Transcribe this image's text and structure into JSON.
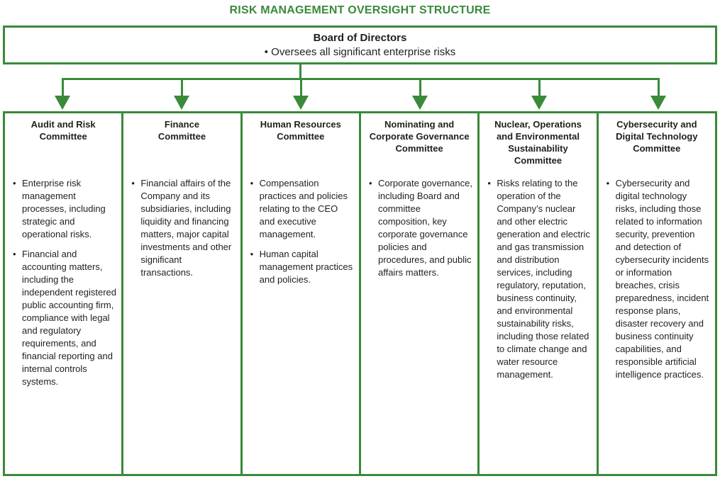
{
  "title": "RISK MANAGEMENT OVERSIGHT STRUCTURE",
  "colors": {
    "green": "#3A8A3A",
    "text": "#1f1f1f"
  },
  "board": {
    "title": "Board of Directors",
    "bullet": "Oversees all significant enterprise risks"
  },
  "committees": [
    {
      "name": "Audit and Risk\nCommittee",
      "bullets": [
        "Enterprise risk management processes, including strategic and operational risks.",
        "Financial and accounting matters, including the independent registered public accounting firm, compliance with legal and regulatory requirements, and financial reporting and internal controls systems."
      ]
    },
    {
      "name": "Finance\nCommittee",
      "bullets": [
        "Financial affairs of the Company and its subsidiaries, including liquidity and financing matters, major capital investments and other significant transactions."
      ]
    },
    {
      "name": "Human Resources\nCommittee",
      "bullets": [
        "Compensation practices and policies relating to the CEO and executive management.",
        "Human capital management practices and policies."
      ]
    },
    {
      "name": "Nominating and\nCorporate Governance\nCommittee",
      "bullets": [
        "Corporate governance, including Board and committee composition, key corporate governance policies and procedures, and public affairs matters."
      ]
    },
    {
      "name": "Nuclear, Operations\nand Environmental\nSustainability\nCommittee",
      "bullets": [
        "Risks relating to the operation of the Company’s nuclear and other electric generation and electric and gas transmission and distribution services, including regulatory, reputation, business continuity, and environmental sustainability risks, including those related to climate change and water resource management."
      ]
    },
    {
      "name": "Cybersecurity and\nDigital Technology\nCommittee",
      "bullets": [
        "Cybersecurity and digital technology risks, including those related to information security, prevention and detection of cybersecurity incidents or information breaches, crisis preparedness, incident response plans, disaster recovery and business continuity capabilities, and responsible artificial intelligence practices."
      ]
    }
  ]
}
